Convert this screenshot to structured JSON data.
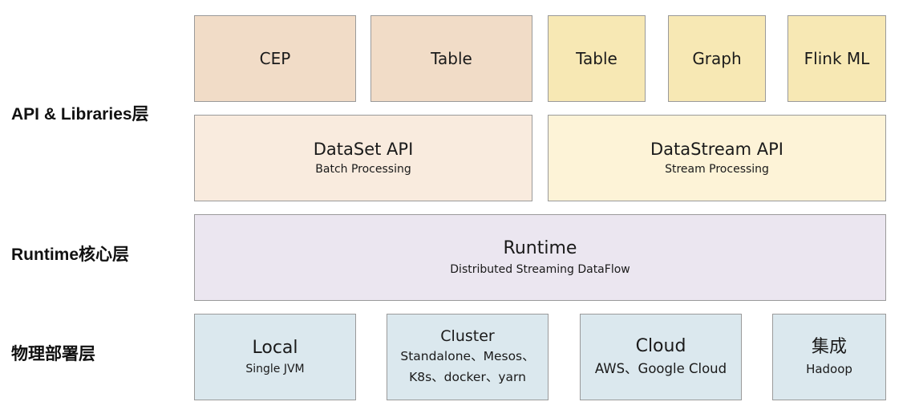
{
  "layers": {
    "api": "API & Libraries层",
    "runtime": "Runtime核心层",
    "physical": "物理部署层"
  },
  "libraries": {
    "cep": "CEP",
    "table_batch": "Table",
    "table_stream": "Table",
    "graph": "Graph",
    "flink_ml": "Flink ML"
  },
  "apis": {
    "dataset": {
      "title": "DataSet API",
      "subtitle": "Batch Processing"
    },
    "datastream": {
      "title": "DataStream API",
      "subtitle": "Stream Processing"
    }
  },
  "runtime": {
    "title": "Runtime",
    "subtitle": "Distributed Streaming DataFlow"
  },
  "deploy": {
    "local": {
      "title": "Local",
      "subtitle": "Single JVM"
    },
    "cluster": {
      "title": "Cluster",
      "line1": "Standalone、Mesos、",
      "line2": "K8s、docker、yarn"
    },
    "cloud": {
      "title": "Cloud",
      "subtitle": "AWS、Google Cloud"
    },
    "integration": {
      "title": "集成",
      "subtitle": "Hadoop"
    }
  }
}
